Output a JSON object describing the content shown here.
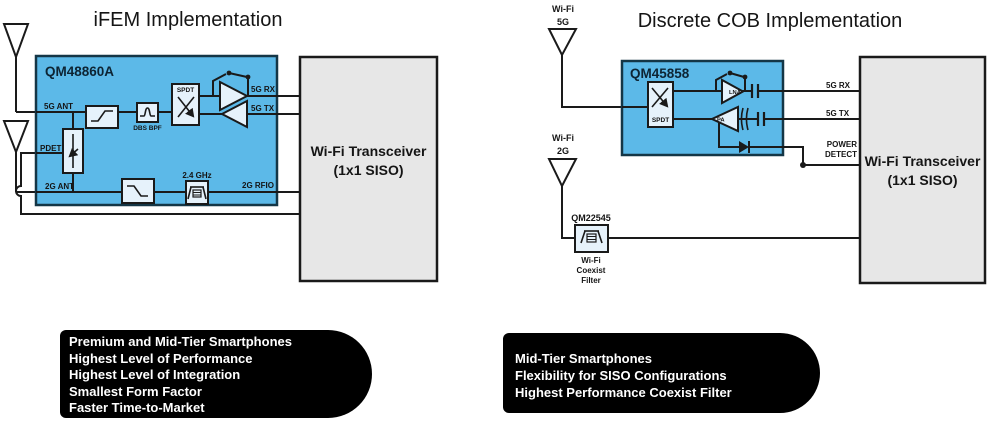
{
  "colors": {
    "module_blue": "#5CB9E8",
    "component_fill": "#E6F2FB",
    "transceiver_gray": "#E7E7E7",
    "pill_black": "#000000",
    "line": "#1A1A1A"
  },
  "left": {
    "title": "iFEM Implementation",
    "chip_label": "QM48860A",
    "ant5g_label": "5G ANT",
    "pdet_label": "PDET",
    "ant2g_label": "2G ANT",
    "bpf_label": "DBS BPF",
    "spdt_label": "SPDT",
    "rx_label": "5G RX",
    "tx_label": "5G TX",
    "baw_label": "2.4 GHz",
    "rfio_label": "2G RFIO",
    "transceiver_l1": "Wi-Fi Transceiver",
    "transceiver_l2": "(1x1 SISO)",
    "features": [
      "Premium and Mid-Tier Smartphones",
      "Highest Level of Performance",
      "Highest Level of Integration",
      "Smallest Form Factor",
      "Faster Time-to-Market"
    ]
  },
  "right": {
    "title": "Discrete COB Implementation",
    "chip_label": "QM45858",
    "ant5g_l1": "Wi-Fi",
    "ant5g_l2": "5G",
    "ant2g_l1": "Wi-Fi",
    "ant2g_l2": "2G",
    "spdt_label": "SPDT",
    "lna_label": "LNA",
    "pa_label": "PA",
    "rx_label": "5G RX",
    "tx_label": "5G TX",
    "power_l1": "POWER",
    "power_l2": "DETECT",
    "coexist_chip": "QM22545",
    "coexist_l1": "Wi-Fi",
    "coexist_l2": "Coexist",
    "coexist_l3": "Filter",
    "transceiver_l1": "Wi-Fi Transceiver",
    "transceiver_l2": "(1x1 SISO)",
    "features": [
      "Mid-Tier Smartphones",
      "Flexibility for SISO Configurations",
      "Highest Performance Coexist Filter"
    ]
  }
}
